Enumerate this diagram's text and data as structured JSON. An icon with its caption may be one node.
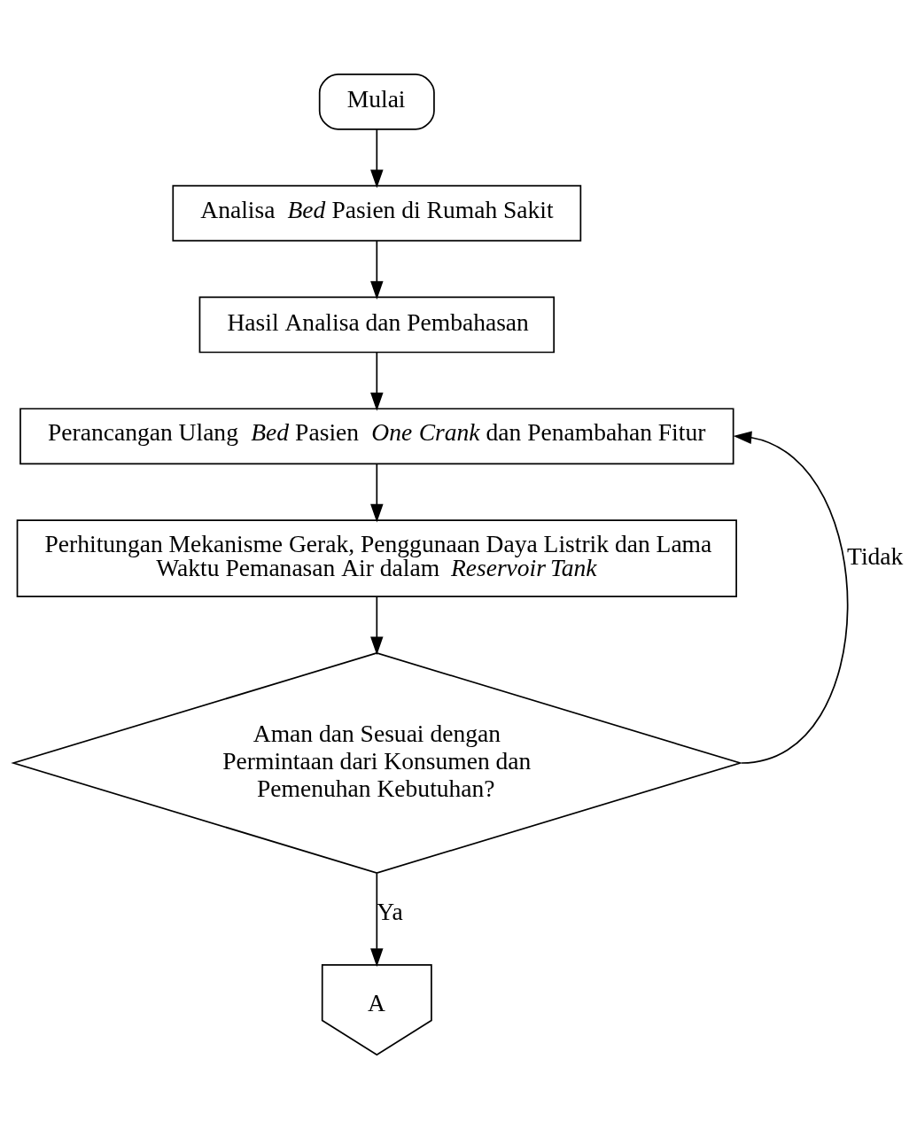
{
  "diagram": {
    "nodes": [
      {
        "text": [
          "Mulai"
        ]
      },
      {
        "text": [
          "Analisa *Bed* Pasien di Rumah Sakit"
        ]
      },
      {
        "text": [
          "Hasil Analisa dan Pembahasan"
        ]
      },
      {
        "text": [
          "Perancangan Ulang *Bed* Pasien *One Crank* dan Penambahan Fitur"
        ]
      },
      {
        "text": [
          "Perhitungan Mekanisme Gerak, Penggunaan Daya Listrik dan Lama Waktu Pemanasan Air dalam *Reservoir Tank*"
        ]
      },
      {
        "text": [
          "Aman dan Sesuai dengan Permintaan dari Konsumen dan Pemenuhan Kebutuhan?"
        ]
      },
      {
        "text": [
          "A"
        ]
      }
    ],
    "edges": [
      {
        "from": 0,
        "to": 1,
        "arrow": "to"
      },
      {
        "from": 1,
        "to": 2,
        "arrow": "to"
      },
      {
        "from": 2,
        "to": 3,
        "arrow": "to"
      },
      {
        "from": 3,
        "to": 4,
        "arrow": "to"
      },
      {
        "from": 4,
        "to": 5,
        "arrow": "to"
      },
      {
        "from": 5,
        "to": 6,
        "label": "Ya",
        "arrow": "to"
      },
      {
        "from": 5,
        "to": 3,
        "label": "Tidak",
        "arrow": "to"
      }
    ]
  }
}
